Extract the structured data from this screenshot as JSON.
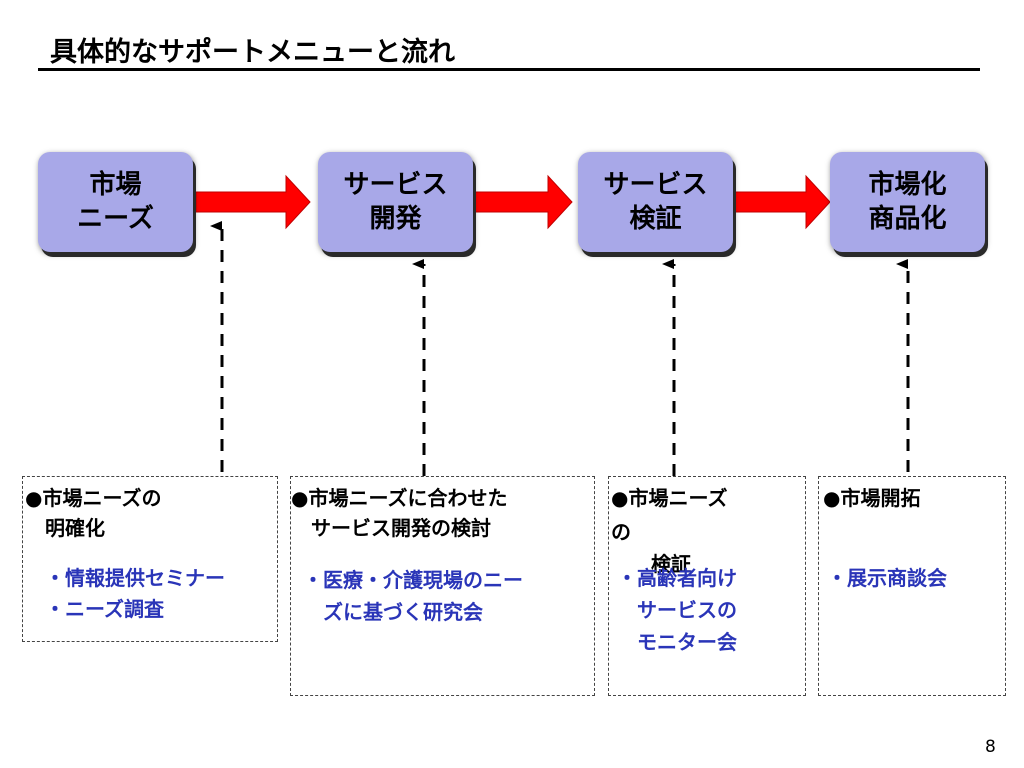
{
  "title": "具体的なサポートメニューと流れ",
  "stages": [
    {
      "line1": "市場",
      "line2": "ニーズ"
    },
    {
      "line1": "サービス",
      "line2": "開発"
    },
    {
      "line1": "サービス",
      "line2": "検証"
    },
    {
      "line1": "市場化",
      "line2": "商品化"
    }
  ],
  "supports": [
    {
      "heading_lines": [
        "●市場ニーズの",
        "　明確化"
      ],
      "items": [
        "・情報提供セミナー",
        "・ニーズ調査"
      ]
    },
    {
      "heading_lines": [
        "●市場ニーズに合わせた",
        "　サービス開発の検討"
      ],
      "items": [
        "・医療・介護現場のニー",
        "　ズに基づく研究会"
      ]
    },
    {
      "heading_lines": [
        "●市場ニーズ",
        "の",
        "　検証"
      ],
      "items": [
        "・高齢者向け",
        "　サービスの",
        "　モニター会"
      ]
    },
    {
      "heading_lines": [
        "●市場開拓"
      ],
      "items": [
        "・展示商談会"
      ]
    }
  ],
  "colors": {
    "stage_fill": "#a8a8e8",
    "arrow": "#ff0000",
    "support_text": "#2a35b8"
  },
  "page_number": "8"
}
